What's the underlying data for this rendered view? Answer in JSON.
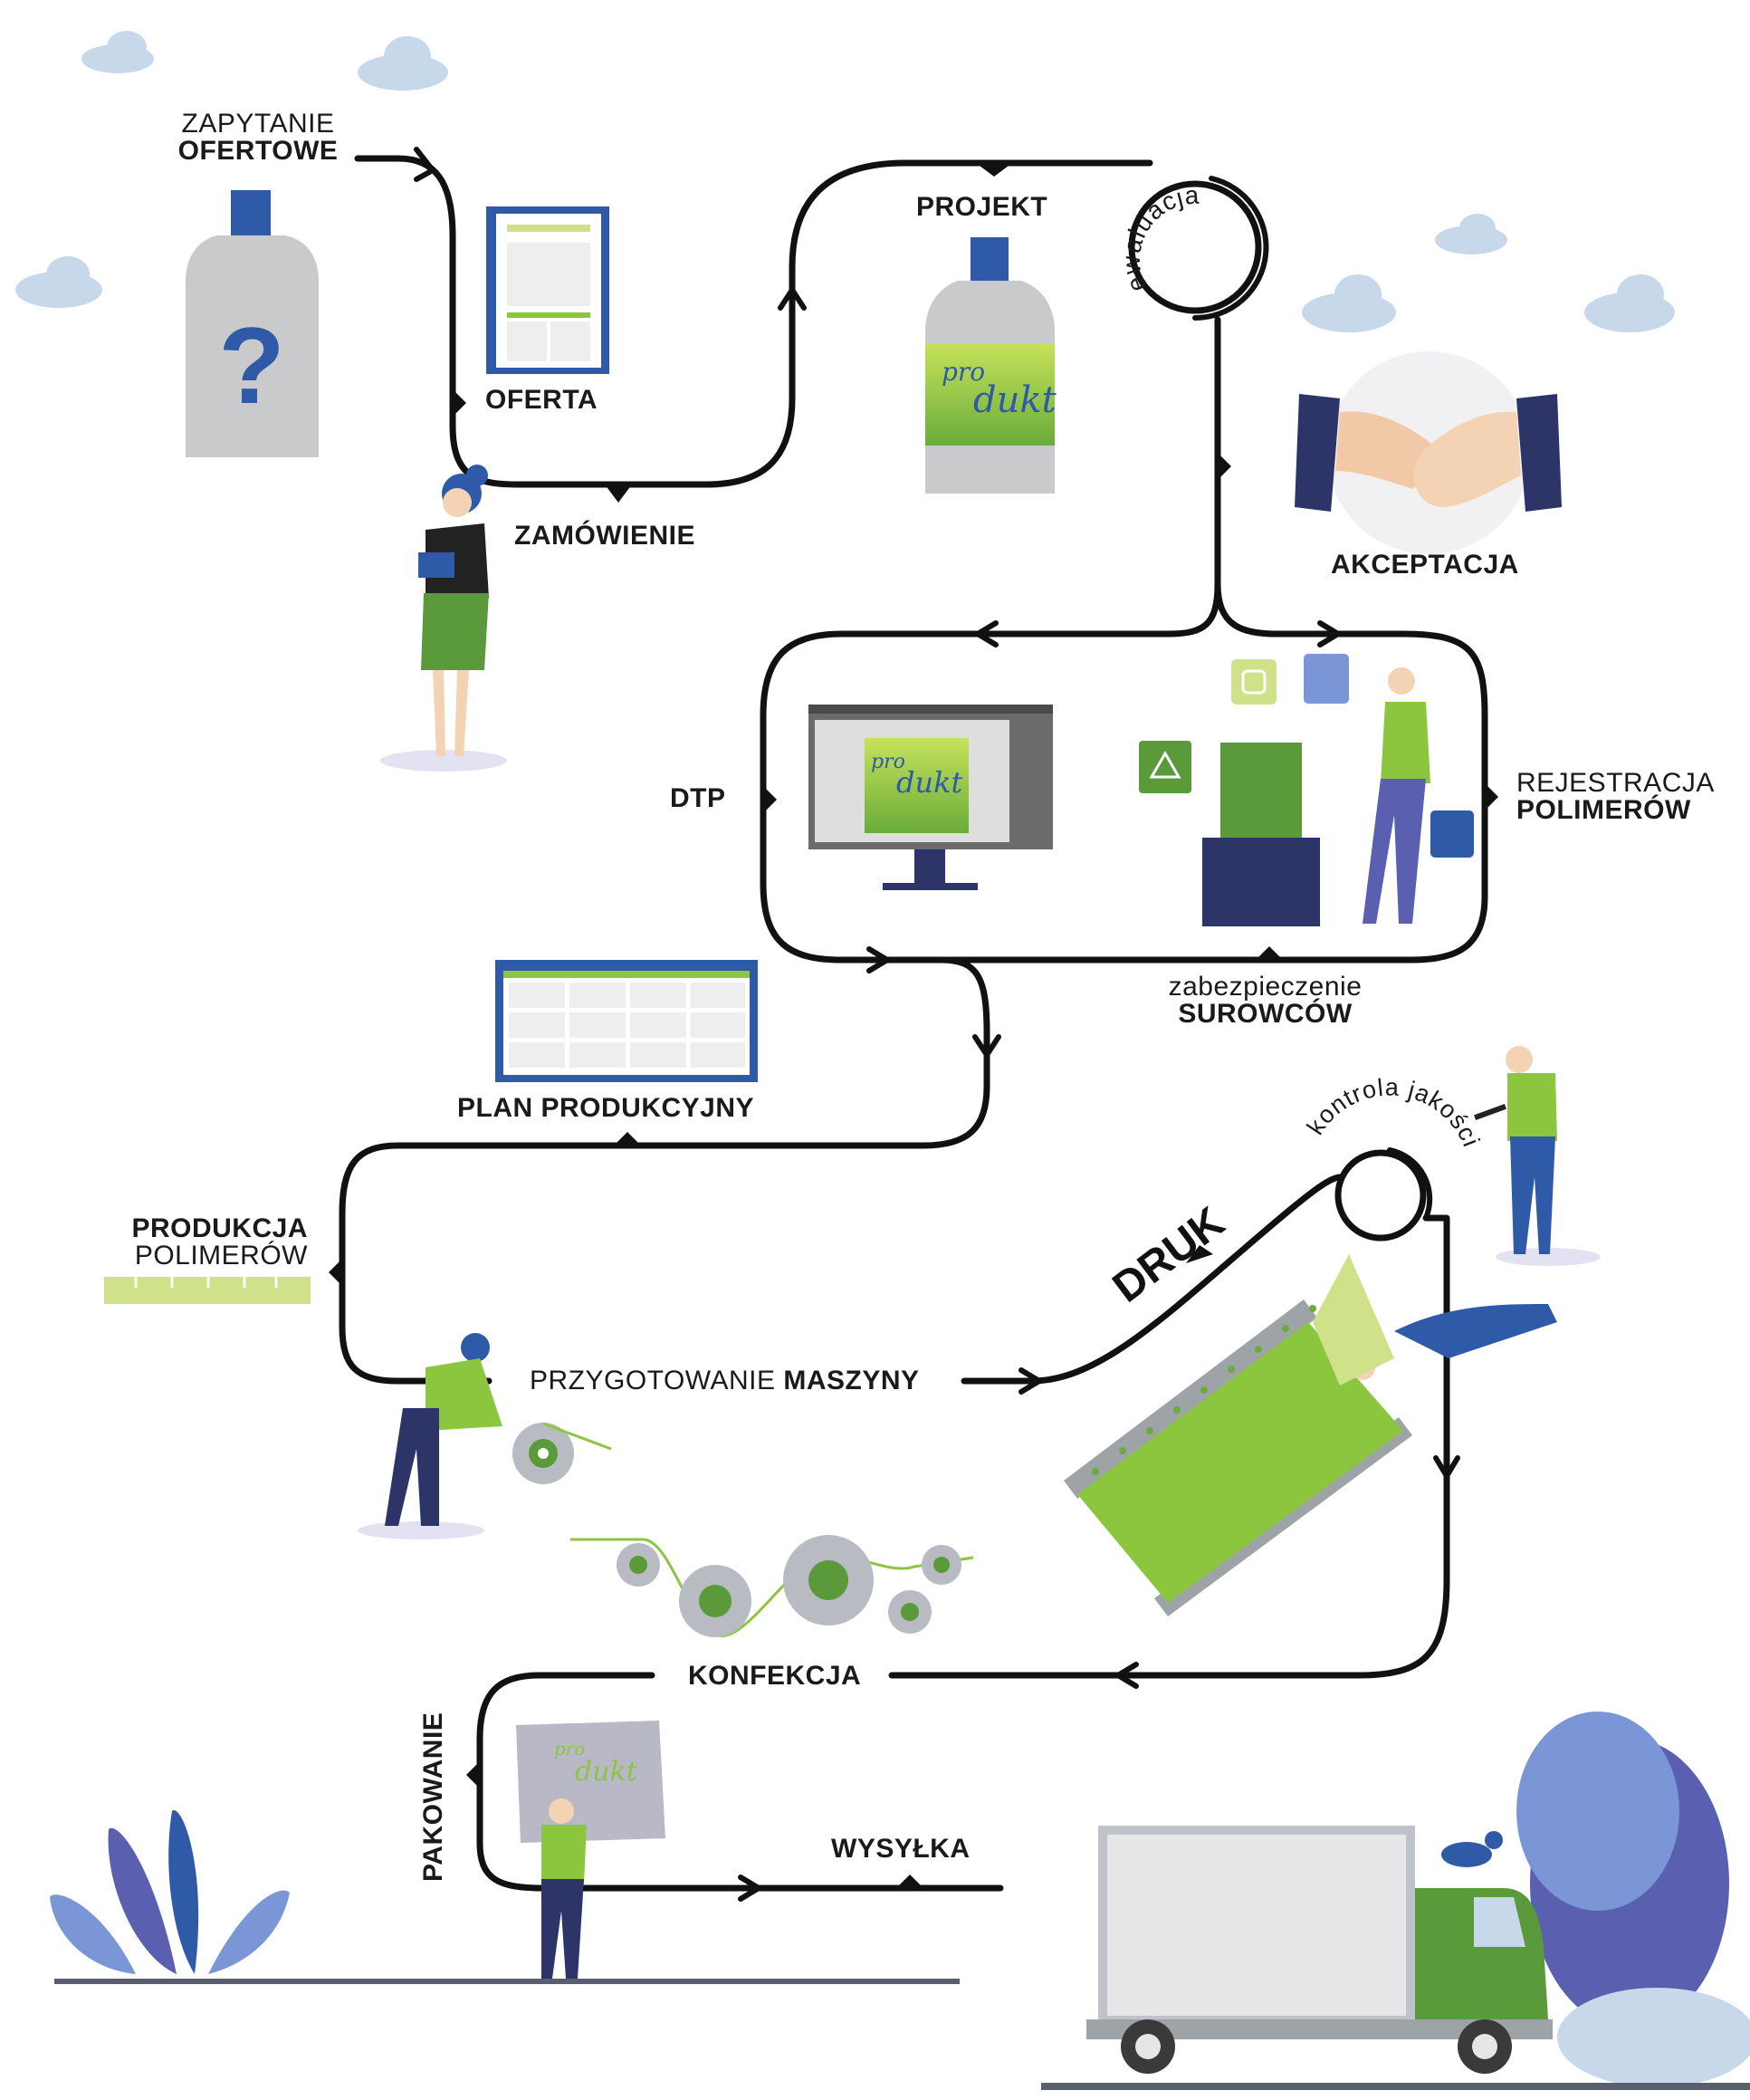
{
  "labels": {
    "zapytanie_1": "ZAPYTANIE",
    "zapytanie_2": "OFERTOWE",
    "oferta": "OFERTA",
    "zamowienie": "ZAMÓWIENIE",
    "projekt": "PROJEKT",
    "ewaluacja": "ewaluacja",
    "akceptacja": "AKCEPTACJA",
    "dtp": "DTP",
    "rejestracja_1": "REJESTRACJA",
    "rejestracja_2": "POLIMERÓW",
    "zabezpieczenie_1": "zabezpieczenie",
    "zabezpieczenie_2": "SUROWCÓW",
    "plan": "PLAN PRODUKCYJNY",
    "produkcja_1": "PRODUKCJA",
    "produkcja_2": "POLIMERÓW",
    "przygotowanie_1": "PRZYGOTOWANIE",
    "przygotowanie_2": "MASZYNY",
    "druk": "DRUK",
    "kontrola": "kontrola jakości",
    "konfekcja": "KONFEKCJA",
    "pakowanie": "PAKOWANIE",
    "wysylka": "WYSYŁKA"
  },
  "brand": {
    "pro": "pro",
    "dukt": "dukt"
  },
  "icons": [
    "cloud-icon",
    "bottle-question-icon",
    "clipboard-offer-icon",
    "bottle-product-icon",
    "handshake-icon",
    "monitor-icon",
    "printer-icon",
    "schedule-icon",
    "polymer-ruler-icon",
    "film-roll-icon",
    "rollers-icon",
    "printed-strip-icon",
    "box-icon",
    "truck-icon",
    "bird-icon",
    "plant-icon"
  ],
  "colors": {
    "path": "#111111",
    "green": "#8cc63f",
    "green_dark": "#5a9a3a",
    "blue": "#2f5aa8",
    "navy": "#2c3468",
    "grey": "#c8cacc",
    "cloud": "#c6d8ea"
  }
}
